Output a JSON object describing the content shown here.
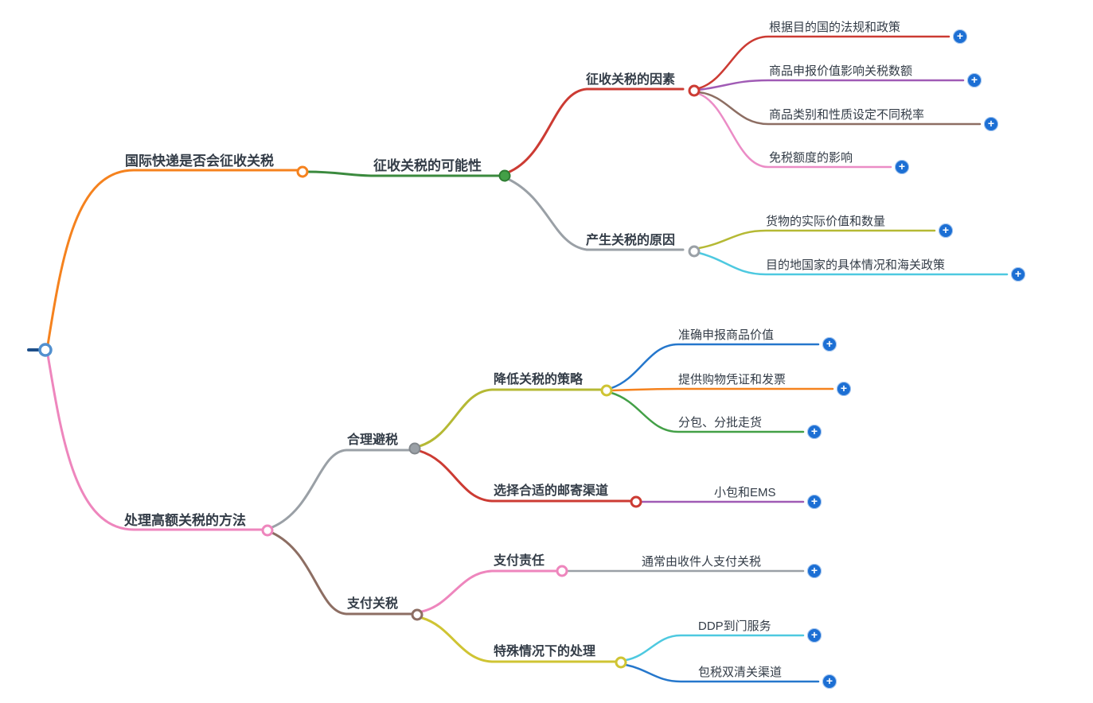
{
  "icons": {
    "plus": "+"
  },
  "palette": {
    "orange": "#f5821e",
    "pink": "#ee86bd",
    "green_line": "#3b8a3e",
    "green_node": "#43a047",
    "red": "#cc3b33",
    "purple": "#a05bb5",
    "brown": "#8d6e63",
    "magenta": "#eb8cc6",
    "gray": "#9aa0a6",
    "olive": "#b5b934",
    "cyan": "#4ec9e0",
    "blue": "#2577cc",
    "plus_blue": "#1c6fd4",
    "root_blue": "#5290cf",
    "text": "#333c47"
  },
  "branches": [
    {
      "label": "国际快递是否会征收关税",
      "children": [
        {
          "label": "征收关税的可能性",
          "children": [
            {
              "label": "征收关税的因素",
              "children": [
                {
                  "label": "根据目的国的法规和政策"
                },
                {
                  "label": "商品申报价值影响关税数额"
                },
                {
                  "label": "商品类别和性质设定不同税率"
                },
                {
                  "label": "免税额度的影响"
                }
              ]
            },
            {
              "label": "产生关税的原因",
              "children": [
                {
                  "label": "货物的实际价值和数量"
                },
                {
                  "label": "目的地国家的具体情况和海关政策"
                }
              ]
            }
          ]
        }
      ]
    },
    {
      "label": "处理高额关税的方法",
      "children": [
        {
          "label": "合理避税",
          "children": [
            {
              "label": "降低关税的策略",
              "children": [
                {
                  "label": "准确申报商品价值"
                },
                {
                  "label": "提供购物凭证和发票"
                },
                {
                  "label": "分包、分批走货"
                }
              ]
            },
            {
              "label": "选择合适的邮寄渠道",
              "children": [
                {
                  "label": "小包和EMS"
                }
              ]
            }
          ]
        },
        {
          "label": "支付关税",
          "children": [
            {
              "label": "支付责任",
              "children": [
                {
                  "label": "通常由收件人支付关税"
                }
              ]
            },
            {
              "label": "特殊情况下的处理",
              "children": [
                {
                  "label": "DDP到门服务"
                },
                {
                  "label": "包税双清关渠道"
                }
              ]
            }
          ]
        }
      ]
    }
  ]
}
